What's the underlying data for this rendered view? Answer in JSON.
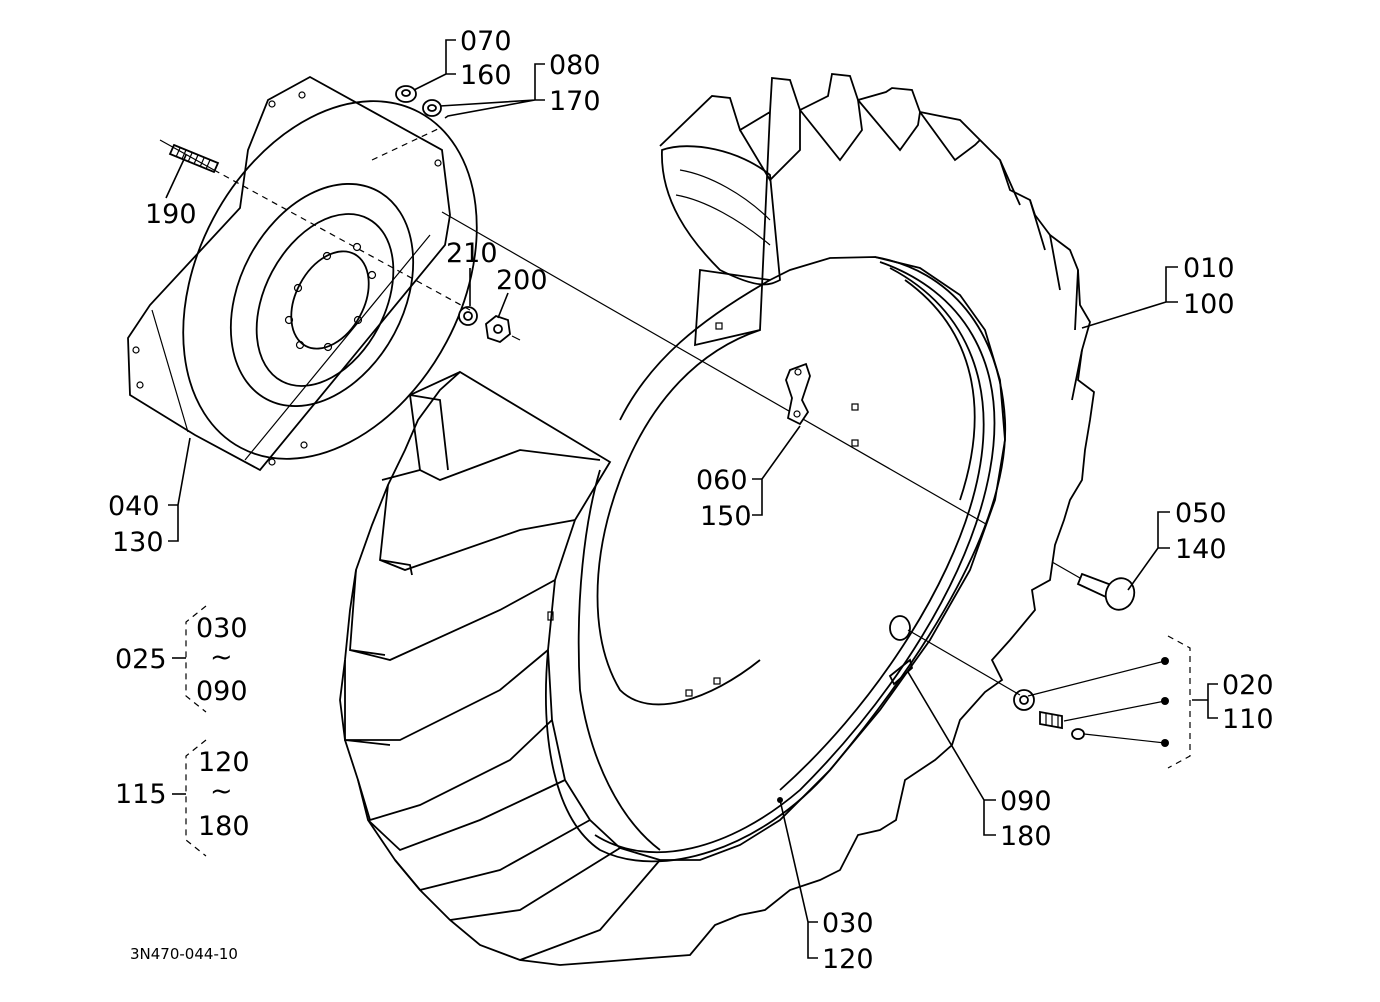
{
  "drawing": {
    "code": "3N470-044-10",
    "callouts": [
      {
        "id": "c070",
        "top": "070",
        "bottom": "160"
      },
      {
        "id": "c080",
        "top": "080",
        "bottom": "170"
      },
      {
        "id": "c190",
        "top": "190",
        "bottom": ""
      },
      {
        "id": "c210",
        "top": "210",
        "bottom": ""
      },
      {
        "id": "c200",
        "top": "200",
        "bottom": ""
      },
      {
        "id": "c010",
        "top": "010",
        "bottom": "100"
      },
      {
        "id": "c060",
        "top": "060",
        "bottom": "150"
      },
      {
        "id": "c040",
        "top": "040",
        "bottom": "130"
      },
      {
        "id": "c050",
        "top": "050",
        "bottom": "140"
      },
      {
        "id": "c020",
        "top": "020",
        "bottom": "110"
      },
      {
        "id": "c090",
        "top": "090",
        "bottom": "180"
      },
      {
        "id": "c030",
        "top": "030",
        "bottom": "120"
      }
    ],
    "groups": [
      {
        "id": "g025",
        "label": "025",
        "from": "030",
        "tilde": "~",
        "to": "090"
      },
      {
        "id": "g115",
        "label": "115",
        "from": "120",
        "tilde": "~",
        "to": "180"
      }
    ]
  }
}
